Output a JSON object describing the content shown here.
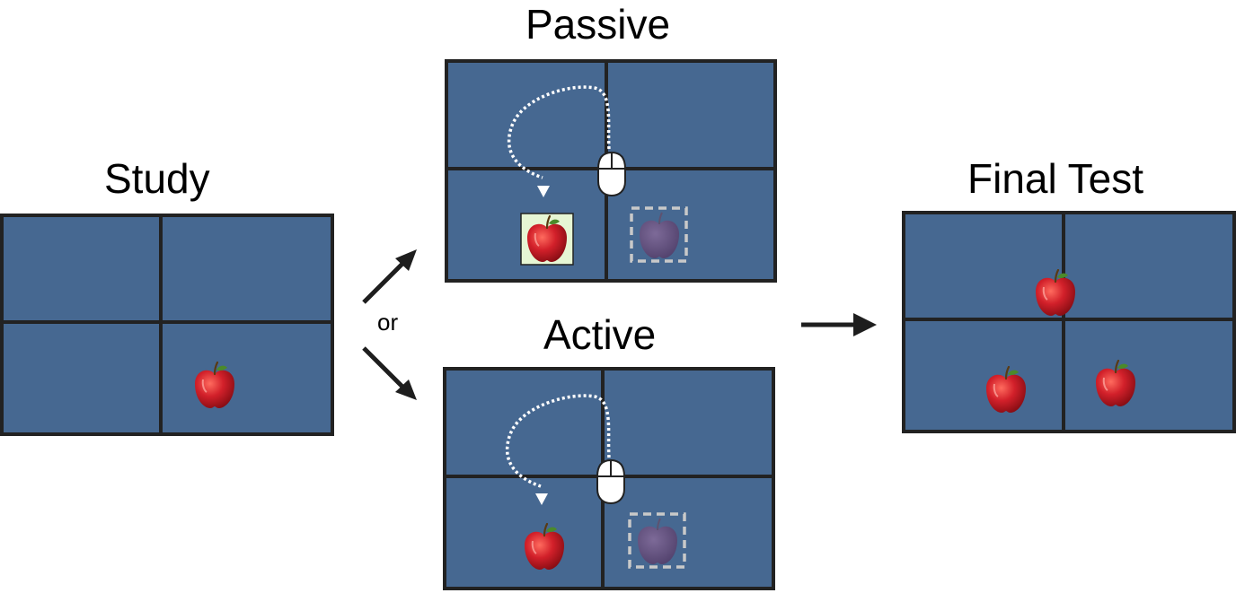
{
  "labels": {
    "study": "Study",
    "passive": "Passive",
    "active": "Active",
    "final_test": "Final Test",
    "or": "or"
  },
  "colors": {
    "panel_fill": "#466891",
    "panel_border": "#222222",
    "apple_red": "#c0161c",
    "apple_stem": "#5a3a12",
    "apple_leaf": "#4b8a2a",
    "selected_bg": "#e6f6d4",
    "ghost_apple": "#6a5a86",
    "dashed_box": "#c9c9c9",
    "mouse_fill": "#ffffff",
    "path_color": "#ffffff",
    "arrow_color": "#1e1e1e"
  },
  "icons": [
    "apple-icon",
    "mouse-icon",
    "arrow-right-icon",
    "arrow-up-right-icon",
    "arrow-down-right-icon"
  ]
}
